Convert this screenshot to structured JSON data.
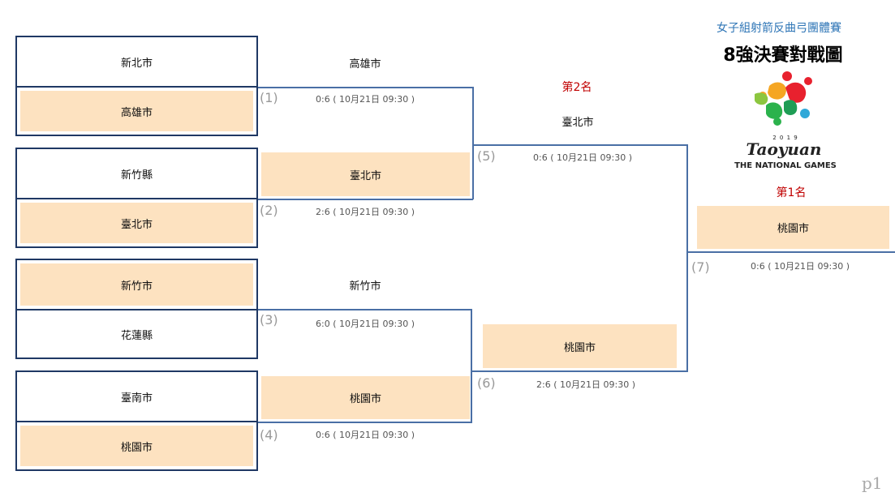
{
  "header": {
    "event_name": "女子組射箭反曲弓團體賽",
    "title": "8強決賽對戰圖"
  },
  "logo": {
    "year_digits": "2 0 1 9",
    "wordmark": "Taoyuan",
    "subtitle": "THE NATIONAL GAMES"
  },
  "round1": {
    "teams": [
      "新北市",
      "高雄市",
      "新竹縣",
      "臺北市",
      "新竹市",
      "花蓮縣",
      "臺南市",
      "桃園市"
    ]
  },
  "round2": {
    "winners": [
      "高雄市",
      "臺北市",
      "新竹市",
      "桃園市"
    ]
  },
  "semis": {
    "winners": [
      "臺北市",
      "桃園市"
    ]
  },
  "final": {
    "winner": "桃園市"
  },
  "matches": [
    {
      "num": "(1)",
      "result": "0:6 ( 10月21日 09:30 )"
    },
    {
      "num": "(2)",
      "result": "2:6 ( 10月21日 09:30 )"
    },
    {
      "num": "(3)",
      "result": "6:0 ( 10月21日 09:30 )"
    },
    {
      "num": "(4)",
      "result": "0:6 ( 10月21日 09:30 )"
    },
    {
      "num": "(5)",
      "result": "0:6 ( 10月21日 09:30 )"
    },
    {
      "num": "(6)",
      "result": "2:6 ( 10月21日 09:30 )"
    },
    {
      "num": "(7)",
      "result": "0:6 ( 10月21日 09:30 )"
    }
  ],
  "ranks": {
    "second": "第2名",
    "first": "第1名"
  },
  "footer": {
    "page": "p1"
  }
}
